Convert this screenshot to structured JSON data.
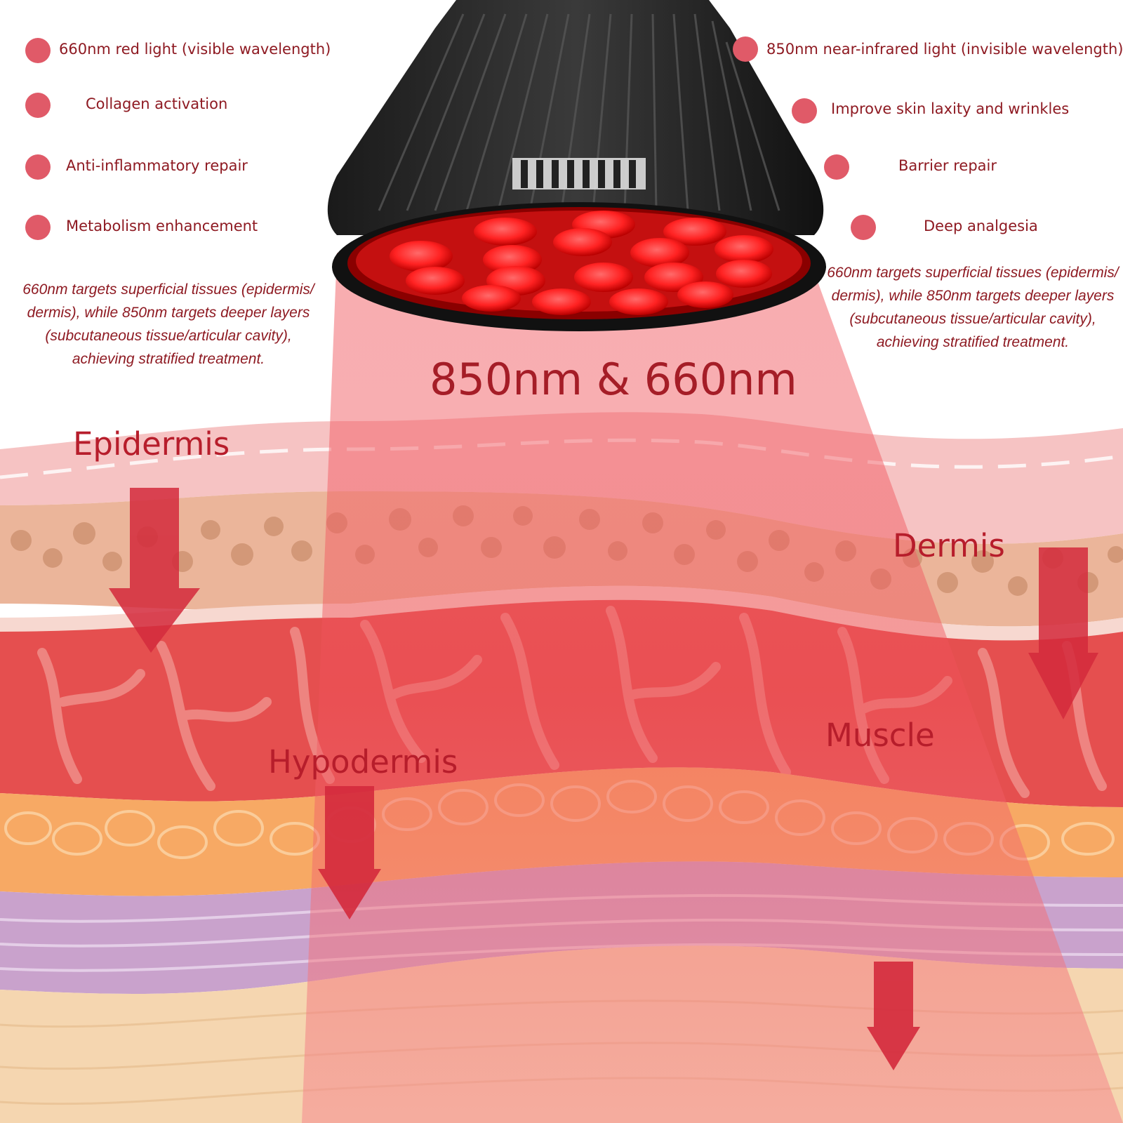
{
  "left_column": {
    "items": [
      {
        "label": "660nm red light (visible wavelength)"
      },
      {
        "label": "Collagen activation"
      },
      {
        "label": "Anti-inflammatory repair"
      },
      {
        "label": "Metabolism enhancement"
      }
    ],
    "note_lines": [
      "660nm targets superficial tissues (epidermis/",
      "dermis), while 850nm targets deeper layers",
      "(subcutaneous tissue/articular cavity),",
      "achieving stratified treatment."
    ]
  },
  "right_column": {
    "items": [
      {
        "label": "850nm near-infrared light (invisible wavelength)"
      },
      {
        "label": "Improve skin laxity and wrinkles"
      },
      {
        "label": "Barrier repair"
      },
      {
        "label": "Deep analgesia"
      }
    ],
    "note_lines": [
      "660nm targets superficial tissues (epidermis/",
      "dermis), while 850nm targets deeper layers",
      "(subcutaneous tissue/articular cavity),",
      "achieving stratified treatment."
    ]
  },
  "headline": "850nm & 660nm",
  "layers": {
    "epidermis": "Epidermis",
    "dermis": "Dermis",
    "hypodermis": "Hypodermis",
    "muscle": "Muscle"
  },
  "colors": {
    "accent_dot": "#e05a68",
    "text_dark_red": "#8e1a22",
    "label_red": "#b71d2b",
    "arrow_red": "#d42a3c",
    "beam": "#f04a52",
    "led_red": "#ff2a2a"
  }
}
